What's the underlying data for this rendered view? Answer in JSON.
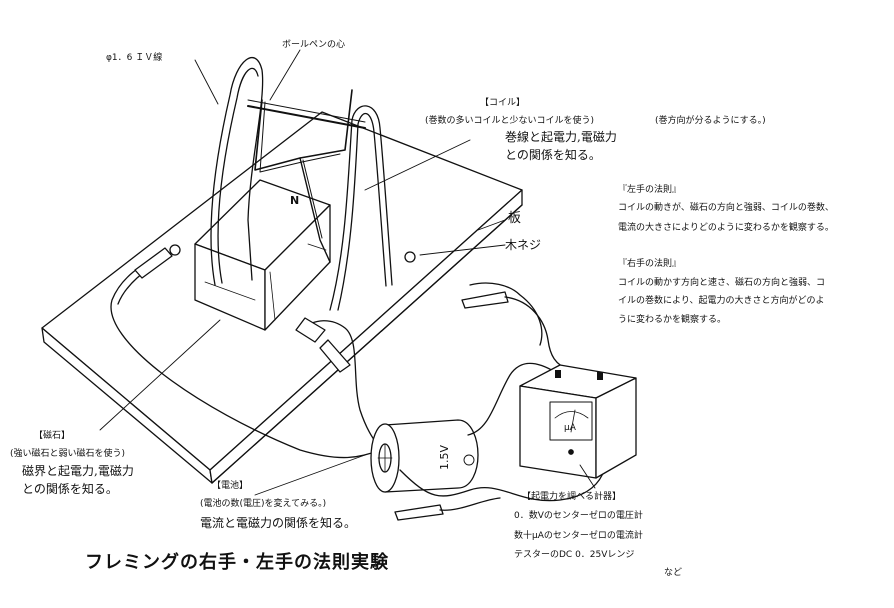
{
  "title": "フレミングの右手・左手の法則実験",
  "labels": {
    "wire": "φ1．6 ＩＶ線",
    "pen_core": "ボールペンの心",
    "board": "板",
    "wood_screw": "木ネジ",
    "magnet_pole": "N",
    "battery_voltage": "1.5V",
    "meter_unit": "μA"
  },
  "coil": {
    "heading": "【コイル】",
    "line1": "(巻数の多いコイルと少ないコイルを使う)",
    "line1_note": "(巻方向が分るようにする。)",
    "note1": "巻線と起電力,電磁力",
    "note2": "との関係を知る。"
  },
  "left_rule": {
    "heading": "『左手の法則』",
    "line1": "コイルの動きが、磁石の方向と強弱、コイルの巻数、",
    "line2": "電流の大きさによりどのように変わるかを観察する。"
  },
  "right_rule": {
    "heading": "『右手の法則』",
    "line1": "コイルの動かす方向と速さ、磁石の方向と強弱、コ",
    "line2": "イルの巻数により、起電力の大きさと方向がどのよ",
    "line3": "うに変わるかを観察する。"
  },
  "magnet": {
    "heading": "【磁石】",
    "line1": "(強い磁石と弱い磁石を使う)",
    "note1": "磁界と起電力,電磁力",
    "note2": "との関係を知る。"
  },
  "battery": {
    "heading": "【電池】",
    "line1": "(電池の数(電圧)を変えてみる。)",
    "note1": "電流と電磁力の関係を知る。"
  },
  "meter": {
    "heading": "【起電力を調べる計器】",
    "line1": "0．数Vのセンターゼロの電圧計",
    "line2": "数十μAのセンターゼロの電流計",
    "line3": "テスターのDC 0．25Vレンジ",
    "line4": "など"
  }
}
